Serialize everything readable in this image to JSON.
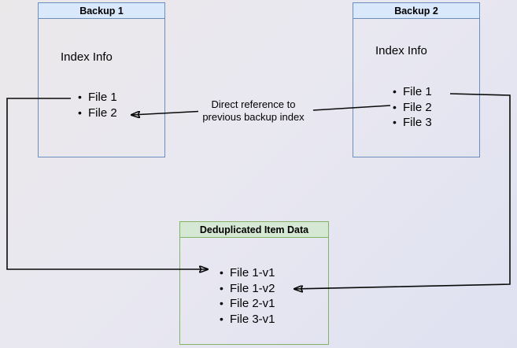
{
  "backup1": {
    "title": "Backup 1",
    "body_label": "Index Info",
    "items": [
      "File 1",
      "File 2"
    ]
  },
  "backup2": {
    "title": "Backup 2",
    "body_label": "Index Info",
    "items": [
      "File 1",
      "File 2",
      "File 3"
    ]
  },
  "dedup": {
    "title": "Deduplicated Item Data",
    "items": [
      "File 1-v1",
      "File 1-v2",
      "File 2-v1",
      "File 3-v1"
    ]
  },
  "annotation": {
    "line1": "Direct reference to",
    "line2": "previous backup index"
  },
  "colors": {
    "blue_fill": "#dae8fc",
    "blue_stroke": "#6c8ebf",
    "green_fill": "#d5e8d4",
    "green_stroke": "#82b366",
    "arrow": "#0a0a0a"
  }
}
